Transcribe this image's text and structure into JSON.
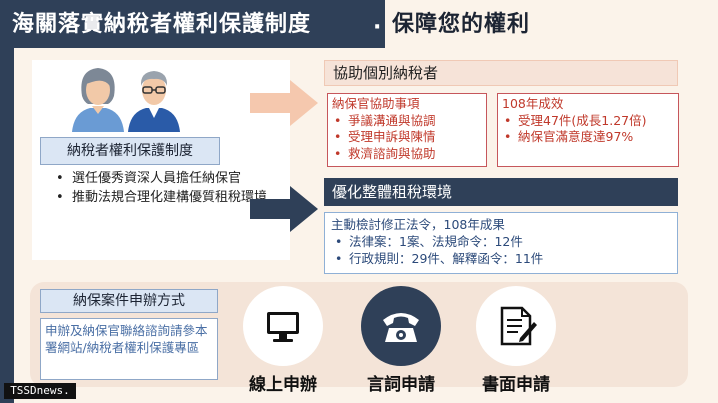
{
  "header": {
    "title_left": "海關落實納稅者權利保護制度",
    "separator": "·",
    "title_right": "保障您的權利"
  },
  "left": {
    "title": "納稅者權利保護制度",
    "items": [
      "選任優秀資深人員擔任納保官",
      "推動法規合理化建構優質租稅環境"
    ]
  },
  "assist": {
    "heading": "協助個別納稅者",
    "box1": {
      "title": "納保官協助事項",
      "items": [
        "爭議溝通與協調",
        "受理申訴與陳情",
        "救濟諮詢與協助"
      ]
    },
    "box2": {
      "title": "108年成效",
      "items": [
        "受理47件(成長1.27倍)",
        "納保官滿意度達97%"
      ]
    }
  },
  "optimize": {
    "heading": "優化整體租稅環境",
    "intro": "主動檢討修正法令，108年成果",
    "items": [
      "法律案：1案、法規命令：12件",
      "行政規則：29件、解釋函令：11件"
    ]
  },
  "apply": {
    "title": "納保案件申辦方式",
    "description": "申辦及納保官聯絡諮詢請參本署網站/納稅者權利保護專區",
    "methods": [
      {
        "label": "線上申辦",
        "icon": "monitor-icon"
      },
      {
        "label": "言詞申請",
        "icon": "telephone-icon"
      },
      {
        "label": "書面申請",
        "icon": "document-icon"
      }
    ]
  },
  "watermark": "TSSDnews.",
  "colors": {
    "navy": "#2f4058",
    "red": "#c0392b",
    "blue_text": "#2c4a7a",
    "peach": "#f4e4d8"
  },
  "bullet": "•"
}
